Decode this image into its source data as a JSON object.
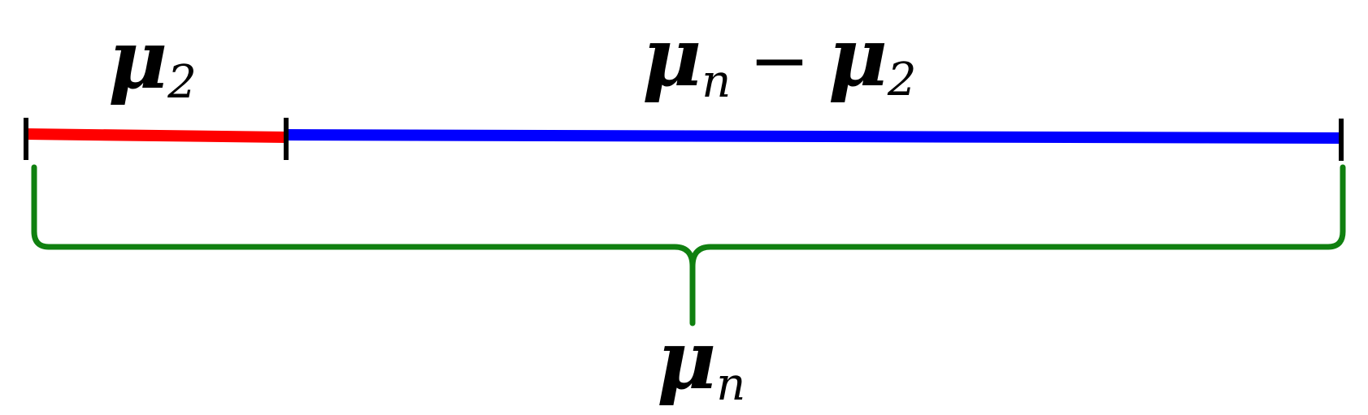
{
  "symbols": {
    "mu": "μ",
    "sub_two": "2",
    "sub_n": "n",
    "minus": "−"
  },
  "colors": {
    "segment_first": "#ff0000",
    "segment_rest": "#0000ff",
    "brace": "#108010",
    "tick": "#000000",
    "text": "#000000"
  }
}
